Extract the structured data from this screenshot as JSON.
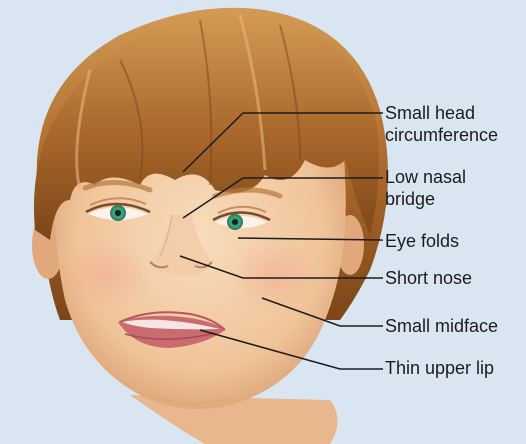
{
  "labels": {
    "head_line1": "Small head",
    "head_line2": "circumference",
    "nasal_line1": "Low nasal",
    "nasal_line2": "bridge",
    "eye": "Eye folds",
    "nose": "Short nose",
    "midface": "Small midface",
    "lip": "Thin upper lip"
  },
  "colors": {
    "background": "#d9e6f2",
    "hair": "#a8662a",
    "skin": "#f2c9a3",
    "iris": "#3aa884",
    "lips": "#d9898a",
    "leader_line": "#1c1c1c"
  }
}
